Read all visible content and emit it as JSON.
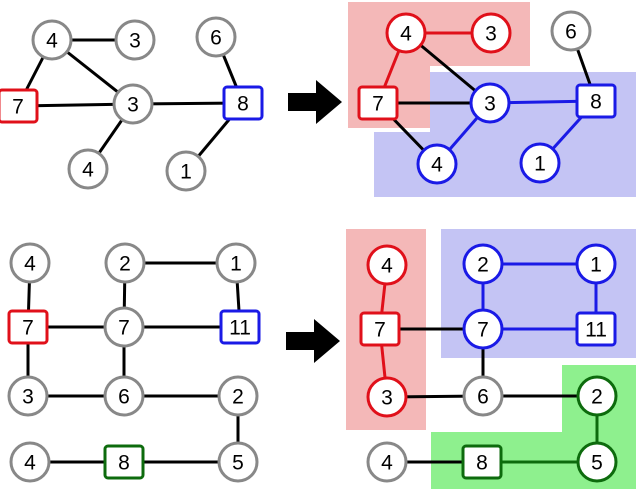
{
  "colors": {
    "gray": "#888888",
    "red": "#e0101a",
    "blue": "#1a1ae6",
    "green": "#0d6b0d",
    "black": "#000000",
    "pink_region": "#f4b8b8",
    "blue_region": "#c4c4f4",
    "green_region": "#8ef08e"
  },
  "arrows": [
    {
      "name": "transform-arrow-top"
    },
    {
      "name": "transform-arrow-bottom"
    }
  ],
  "regions": [
    {
      "name": "region-red-top",
      "color": "pink_region"
    },
    {
      "name": "region-blue-top",
      "color": "blue_region"
    },
    {
      "name": "region-red-bottom",
      "color": "pink_region"
    },
    {
      "name": "region-blue-bottom",
      "color": "blue_region"
    },
    {
      "name": "region-green-bottom",
      "color": "green_region"
    }
  ],
  "graphs": [
    {
      "name": "graph-top-left",
      "nodes": [
        {
          "id": "a",
          "label": "4",
          "shape": "circle",
          "color": "gray"
        },
        {
          "id": "b",
          "label": "3",
          "shape": "circle",
          "color": "gray"
        },
        {
          "id": "c",
          "label": "6",
          "shape": "circle",
          "color": "gray"
        },
        {
          "id": "d",
          "label": "7",
          "shape": "square",
          "color": "red"
        },
        {
          "id": "e",
          "label": "3",
          "shape": "circle",
          "color": "gray"
        },
        {
          "id": "f",
          "label": "8",
          "shape": "square",
          "color": "blue"
        },
        {
          "id": "g",
          "label": "4",
          "shape": "circle",
          "color": "gray"
        },
        {
          "id": "h",
          "label": "1",
          "shape": "circle",
          "color": "gray"
        }
      ],
      "edges": [
        {
          "from": "a",
          "to": "b",
          "color": "black"
        },
        {
          "from": "a",
          "to": "d",
          "color": "black"
        },
        {
          "from": "a",
          "to": "e",
          "color": "black"
        },
        {
          "from": "d",
          "to": "e",
          "color": "black"
        },
        {
          "from": "g",
          "to": "e",
          "color": "black"
        },
        {
          "from": "e",
          "to": "f",
          "color": "black"
        },
        {
          "from": "c",
          "to": "f",
          "color": "black"
        },
        {
          "from": "h",
          "to": "f",
          "color": "black"
        }
      ]
    },
    {
      "name": "graph-top-right",
      "nodes": [
        {
          "id": "a",
          "label": "4",
          "shape": "circle",
          "color": "red"
        },
        {
          "id": "b",
          "label": "3",
          "shape": "circle",
          "color": "red"
        },
        {
          "id": "c",
          "label": "6",
          "shape": "circle",
          "color": "gray"
        },
        {
          "id": "d",
          "label": "7",
          "shape": "square",
          "color": "red"
        },
        {
          "id": "e",
          "label": "3",
          "shape": "circle",
          "color": "blue"
        },
        {
          "id": "f",
          "label": "8",
          "shape": "square",
          "color": "blue"
        },
        {
          "id": "g",
          "label": "4",
          "shape": "circle",
          "color": "blue"
        },
        {
          "id": "h",
          "label": "1",
          "shape": "circle",
          "color": "blue"
        }
      ],
      "edges": [
        {
          "from": "a",
          "to": "b",
          "color": "red"
        },
        {
          "from": "a",
          "to": "d",
          "color": "red"
        },
        {
          "from": "a",
          "to": "e",
          "color": "black"
        },
        {
          "from": "d",
          "to": "e",
          "color": "black"
        },
        {
          "from": "d",
          "to": "g",
          "color": "black"
        },
        {
          "from": "g",
          "to": "e",
          "color": "blue"
        },
        {
          "from": "e",
          "to": "f",
          "color": "blue"
        },
        {
          "from": "c",
          "to": "f",
          "color": "black"
        },
        {
          "from": "h",
          "to": "f",
          "color": "blue"
        }
      ]
    },
    {
      "name": "graph-bottom-left",
      "nodes": [
        {
          "id": "a",
          "label": "4",
          "shape": "circle",
          "color": "gray"
        },
        {
          "id": "b",
          "label": "2",
          "shape": "circle",
          "color": "gray"
        },
        {
          "id": "c",
          "label": "1",
          "shape": "circle",
          "color": "gray"
        },
        {
          "id": "d",
          "label": "7",
          "shape": "square",
          "color": "red"
        },
        {
          "id": "e",
          "label": "7",
          "shape": "circle",
          "color": "gray"
        },
        {
          "id": "f",
          "label": "11",
          "shape": "square",
          "color": "blue"
        },
        {
          "id": "g",
          "label": "3",
          "shape": "circle",
          "color": "gray"
        },
        {
          "id": "h",
          "label": "6",
          "shape": "circle",
          "color": "gray"
        },
        {
          "id": "i",
          "label": "2",
          "shape": "circle",
          "color": "gray"
        },
        {
          "id": "j",
          "label": "4",
          "shape": "circle",
          "color": "gray"
        },
        {
          "id": "k",
          "label": "8",
          "shape": "square",
          "color": "green"
        },
        {
          "id": "l",
          "label": "5",
          "shape": "circle",
          "color": "gray"
        }
      ],
      "edges": [
        {
          "from": "a",
          "to": "d",
          "color": "black"
        },
        {
          "from": "b",
          "to": "c",
          "color": "black"
        },
        {
          "from": "b",
          "to": "e",
          "color": "black"
        },
        {
          "from": "c",
          "to": "f",
          "color": "black"
        },
        {
          "from": "d",
          "to": "e",
          "color": "black"
        },
        {
          "from": "e",
          "to": "f",
          "color": "black"
        },
        {
          "from": "d",
          "to": "g",
          "color": "black"
        },
        {
          "from": "e",
          "to": "h",
          "color": "black"
        },
        {
          "from": "g",
          "to": "h",
          "color": "black"
        },
        {
          "from": "h",
          "to": "i",
          "color": "black"
        },
        {
          "from": "i",
          "to": "l",
          "color": "black"
        },
        {
          "from": "j",
          "to": "k",
          "color": "black"
        },
        {
          "from": "k",
          "to": "l",
          "color": "black"
        }
      ]
    },
    {
      "name": "graph-bottom-right",
      "nodes": [
        {
          "id": "a",
          "label": "4",
          "shape": "circle",
          "color": "red"
        },
        {
          "id": "b",
          "label": "2",
          "shape": "circle",
          "color": "blue"
        },
        {
          "id": "c",
          "label": "1",
          "shape": "circle",
          "color": "blue"
        },
        {
          "id": "d",
          "label": "7",
          "shape": "square",
          "color": "red"
        },
        {
          "id": "e",
          "label": "7",
          "shape": "circle",
          "color": "blue"
        },
        {
          "id": "f",
          "label": "11",
          "shape": "square",
          "color": "blue"
        },
        {
          "id": "g",
          "label": "3",
          "shape": "circle",
          "color": "red"
        },
        {
          "id": "h",
          "label": "6",
          "shape": "circle",
          "color": "gray"
        },
        {
          "id": "i",
          "label": "2",
          "shape": "circle",
          "color": "green"
        },
        {
          "id": "j",
          "label": "4",
          "shape": "circle",
          "color": "gray"
        },
        {
          "id": "k",
          "label": "8",
          "shape": "square",
          "color": "green"
        },
        {
          "id": "l",
          "label": "5",
          "shape": "circle",
          "color": "green"
        }
      ],
      "edges": [
        {
          "from": "a",
          "to": "d",
          "color": "red"
        },
        {
          "from": "b",
          "to": "c",
          "color": "blue"
        },
        {
          "from": "b",
          "to": "e",
          "color": "blue"
        },
        {
          "from": "c",
          "to": "f",
          "color": "blue"
        },
        {
          "from": "d",
          "to": "e",
          "color": "black"
        },
        {
          "from": "e",
          "to": "f",
          "color": "blue"
        },
        {
          "from": "d",
          "to": "g",
          "color": "red"
        },
        {
          "from": "e",
          "to": "h",
          "color": "black"
        },
        {
          "from": "g",
          "to": "h",
          "color": "black"
        },
        {
          "from": "h",
          "to": "i",
          "color": "black"
        },
        {
          "from": "i",
          "to": "l",
          "color": "green"
        },
        {
          "from": "j",
          "to": "k",
          "color": "black"
        },
        {
          "from": "k",
          "to": "l",
          "color": "green"
        }
      ]
    }
  ]
}
